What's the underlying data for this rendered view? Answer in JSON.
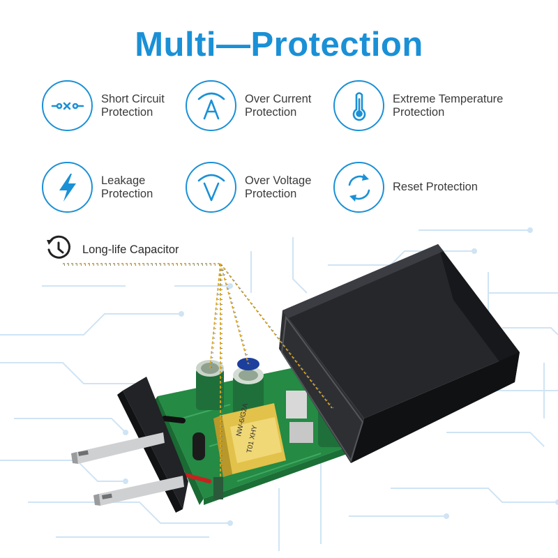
{
  "title": "Multi—Protection",
  "features": [
    {
      "icon": "short-circuit-icon",
      "line1": "Short Circuit",
      "line2": "Protection"
    },
    {
      "icon": "over-current-icon",
      "line1": "Over Current",
      "line2": "Protection"
    },
    {
      "icon": "thermometer-icon",
      "line1": "Extreme Temperature",
      "line2": "Protection"
    },
    {
      "icon": "lightning-icon",
      "line1": "Leakage",
      "line2": "Protection"
    },
    {
      "icon": "over-voltage-icon",
      "line1": "Over Voltage",
      "line2": "Protection"
    },
    {
      "icon": "reset-icon",
      "line1": "Reset Protection",
      "line2": ""
    }
  ],
  "capacitor": {
    "icon": "clock-icon",
    "label": "Long-life Capacitor"
  },
  "transformer_text": {
    "line1": "NW-6/G2A",
    "line2": "T01 XHY"
  },
  "colors": {
    "accent": "#1a90d6",
    "text": "#3a3a3a",
    "pcb": "#2a8a4a",
    "charger_body": "#1e1f22",
    "leader_line": "#d9a41e"
  }
}
